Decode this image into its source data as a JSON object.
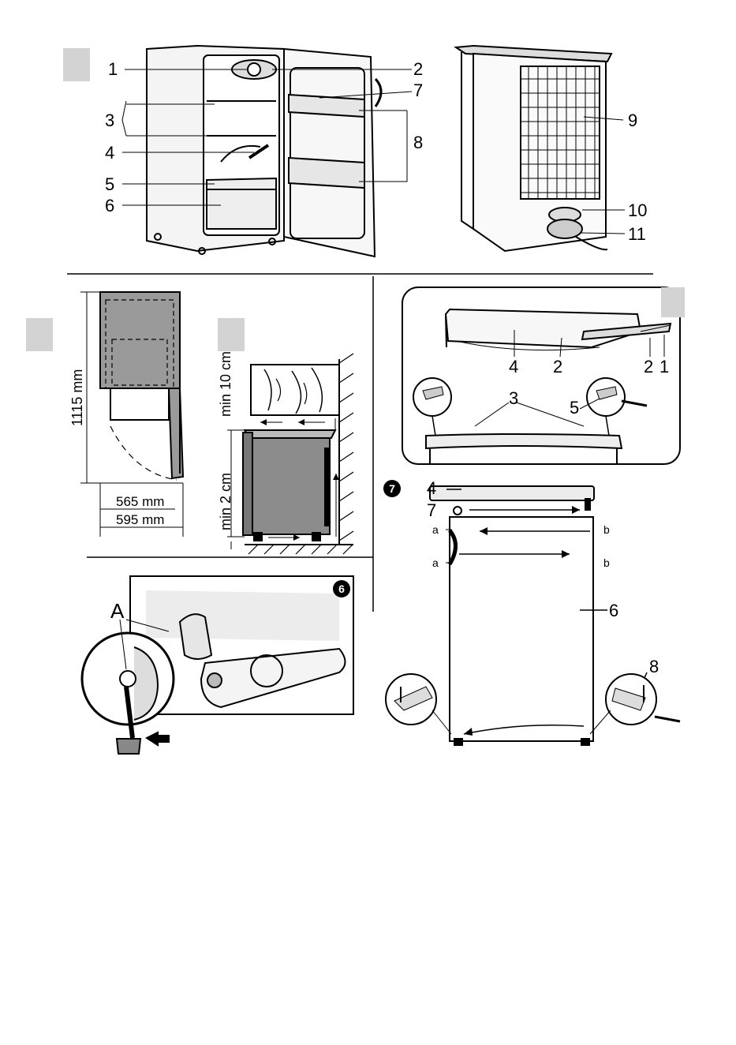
{
  "figure1": {
    "callouts": [
      "1",
      "2",
      "7",
      "3",
      "8",
      "4",
      "5",
      "6",
      "9",
      "10",
      "11"
    ]
  },
  "figure_dimensions": {
    "height": "1115 mm",
    "depth_closed": "565 mm",
    "depth_open": "595 mm"
  },
  "figure_clearance": {
    "top_clearance": "min 10 cm",
    "rear_clearance": "min 2 cm"
  },
  "figure_top": {
    "callouts": [
      "4",
      "2",
      "2",
      "1",
      "3",
      "5"
    ]
  },
  "figure6": {
    "badge": "6",
    "callout": "A"
  },
  "figure7": {
    "badge": "7",
    "callouts": [
      "4",
      "7",
      "6",
      "8"
    ],
    "hole_left": "a",
    "hole_right": "b"
  }
}
